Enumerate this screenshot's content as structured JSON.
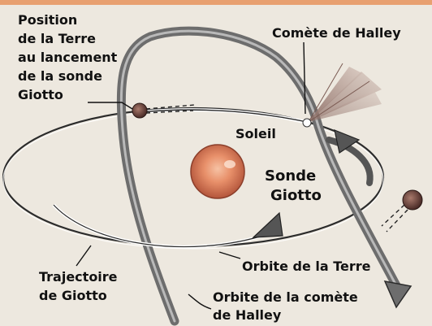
{
  "labels": {
    "earth_position": [
      "Position",
      "de la Terre",
      "au lancement",
      "de la sonde",
      "Giotto"
    ],
    "halley_comet": "Comète de Halley",
    "sun": "Soleil",
    "probe": [
      "Sonde",
      "Giotto"
    ],
    "earth_orbit": "Orbite de la Terre",
    "giotto_trajectory": [
      "Trajectoire",
      "de Giotto"
    ],
    "halley_orbit": [
      "Orbite de la comète",
      "de Halley"
    ]
  },
  "colors": {
    "background": "#ede8df",
    "top_band": "#e8a070",
    "sun_outer": "#b85a3e",
    "sun_inner": "#f0a17c",
    "orbit_stroke": "#2b2b2b",
    "comet_path": "#6d6d6d",
    "planet": "#5a3a34"
  },
  "icons": {
    "sun": "sun-sphere",
    "earth_launch": "earth-sphere",
    "earth_encounter": "earth-sphere",
    "comet_nucleus": "comet-nucleus",
    "comet_tail": "comet-tail"
  }
}
